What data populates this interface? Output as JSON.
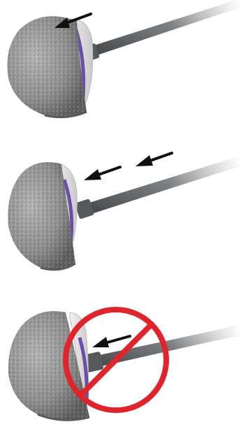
{
  "figure": {
    "panels": [
      {
        "id": "step-1",
        "arrow_count": 1,
        "prohibited": false
      },
      {
        "id": "step-2",
        "arrow_count": 2,
        "prohibited": false
      },
      {
        "id": "step-3",
        "arrow_count": 1,
        "prohibited": true
      }
    ],
    "colors": {
      "shell_porous": "#8d8d8d",
      "liner": "#6a4fa8",
      "handle": "#6e7275",
      "arrow": "#111111",
      "prohibition": "#e0242c",
      "background": "#ffffff"
    },
    "icons": [
      "direction-arrow-icon",
      "prohibition-icon"
    ]
  }
}
